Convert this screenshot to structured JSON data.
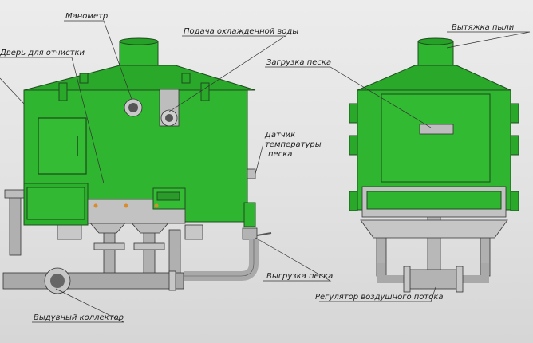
{
  "colors": {
    "body_green": "#2fb52f",
    "body_green_dark": "#1f8c1f",
    "steel_gray": "#b8b8b8",
    "pipe_gray": "#a9a9a9",
    "outline": "#1f4d1f"
  },
  "labels": {
    "manometer": "Манометр",
    "cooled_water": "Подача охлажденной воды",
    "cleaning_door": "Дверь для отчистки",
    "sand_loading": "Загрузка песка",
    "dust_exhaust": "Вытяжка пыли",
    "temp_sensor_line1": "Датчик",
    "temp_sensor_line2": "температуры",
    "temp_sensor_line3": "песка",
    "sand_unloading": "Выгрузка песка",
    "blow_collector": "Выдувный коллектор",
    "airflow_regulator": "Регулятор воздушного потока"
  }
}
